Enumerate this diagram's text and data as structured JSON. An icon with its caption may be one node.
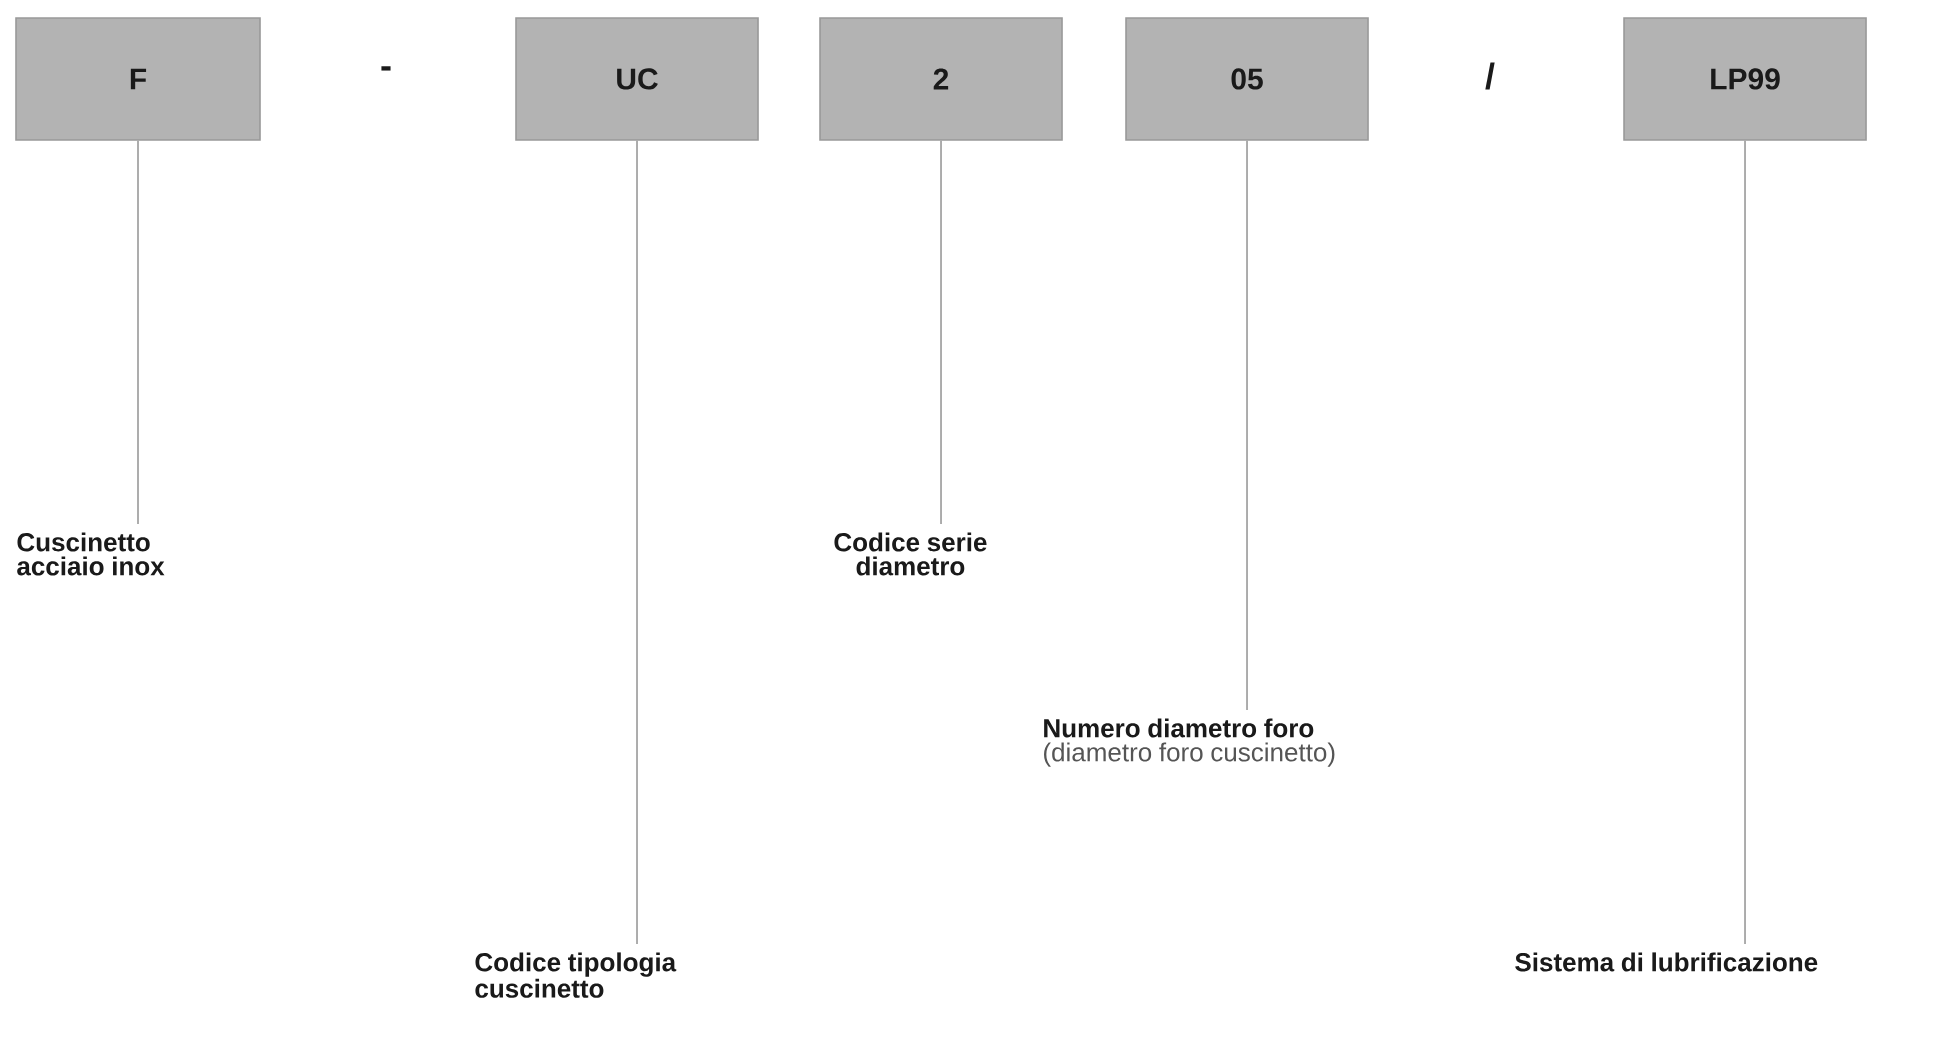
{
  "diagram": {
    "nodes": [
      {
        "text": [
          "F"
        ]
      },
      {
        "text": [
          "UC"
        ]
      },
      {
        "text": [
          "2"
        ]
      },
      {
        "text": [
          "05"
        ]
      },
      {
        "text": [
          "LP99"
        ]
      },
      {
        "text": [
          "Cuscinetto acciaio inox"
        ]
      },
      {
        "text": [
          "Codice tipologia cuscinetto"
        ]
      },
      {
        "text": [
          "Codice serie diametro"
        ]
      },
      {
        "text": [
          "Numero diametro foro",
          "(diametro foro cuscinetto)"
        ]
      },
      {
        "text": [
          "Sistema di lubrificazione"
        ]
      }
    ],
    "edges": [
      {
        "from": 0,
        "to": 5,
        "arrow": "none"
      },
      {
        "from": 1,
        "to": 6,
        "arrow": "none"
      },
      {
        "from": 2,
        "to": 7,
        "arrow": "none"
      },
      {
        "from": 3,
        "to": 8,
        "arrow": "none"
      },
      {
        "from": 4,
        "to": 9,
        "arrow": "none"
      }
    ],
    "labels": [
      "-",
      "/"
    ]
  }
}
